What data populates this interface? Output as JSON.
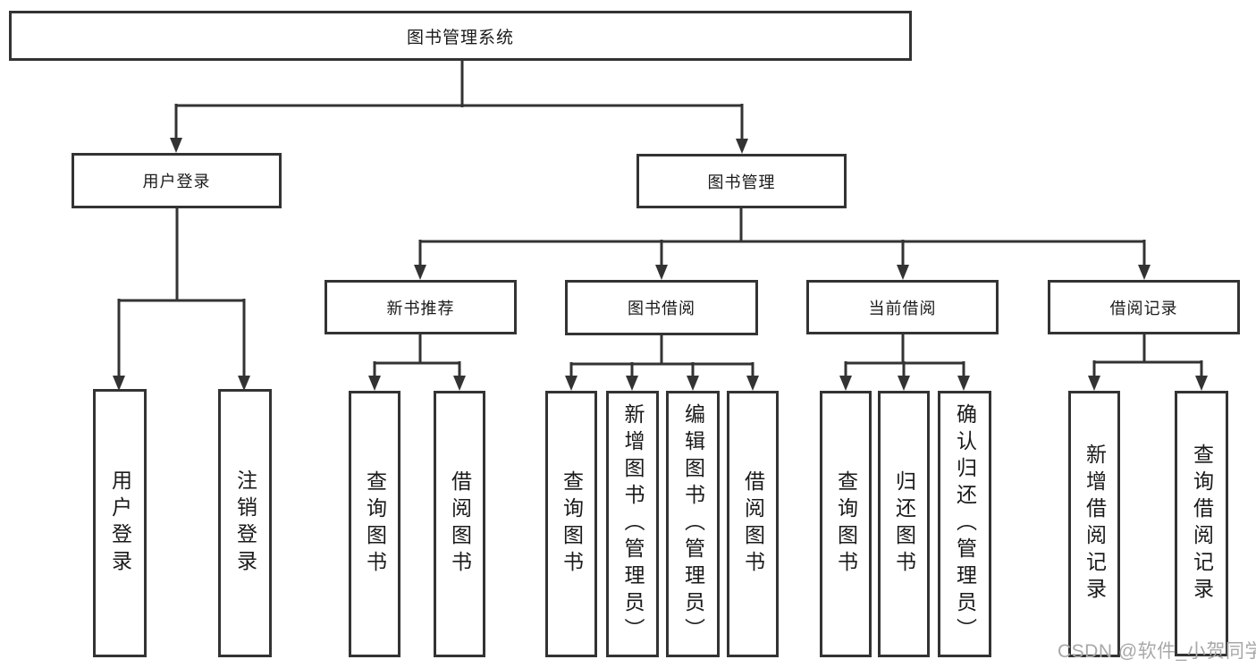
{
  "root": {
    "label": "图书管理系统"
  },
  "branches": {
    "user_login": {
      "label": "用户登录",
      "children": [
        {
          "label": "用户登录"
        },
        {
          "label": "注销登录"
        }
      ]
    },
    "book_mgmt": {
      "label": "图书管理",
      "sections": [
        {
          "label": "新书推荐",
          "children": [
            {
              "label": "查询图书"
            },
            {
              "label": "借阅图书"
            }
          ]
        },
        {
          "label": "图书借阅",
          "children": [
            {
              "label": "查询图书"
            },
            {
              "label": "新增图书（管理员）"
            },
            {
              "label": "编辑图书（管理员）"
            },
            {
              "label": "借阅图书"
            }
          ]
        },
        {
          "label": "当前借阅",
          "children": [
            {
              "label": "查询图书"
            },
            {
              "label": "归还图书"
            },
            {
              "label": "确认归还（管理员）"
            }
          ]
        },
        {
          "label": "借阅记录",
          "children": [
            {
              "label": "新增借阅记录"
            },
            {
              "label": "查询借阅记录"
            }
          ]
        }
      ]
    }
  },
  "watermark": "CSDN @软件_小贺同学",
  "colors": {
    "line": "#333333",
    "text": "#1a1a1a",
    "background": "#ffffff",
    "watermark": "#a8a8a8"
  }
}
